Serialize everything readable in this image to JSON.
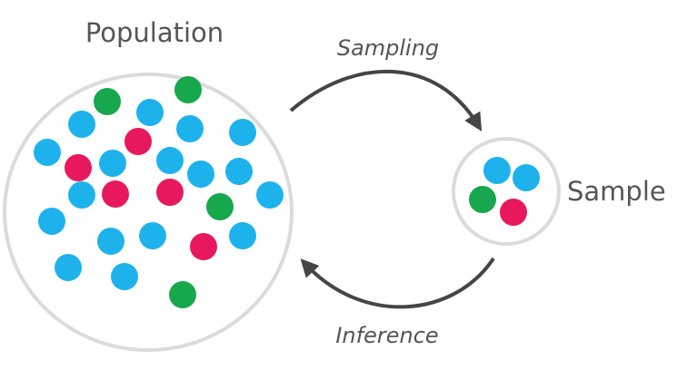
{
  "labels": {
    "population": "Population",
    "sample": "Sample",
    "sampling": "Sampling",
    "inference": "Inference"
  },
  "colors": {
    "blue": "#1EB2EC",
    "pink": "#E8185F",
    "green": "#17A74D",
    "outline": "#D9DCDA",
    "arrow": "#454545",
    "text": "#555555"
  },
  "population_dots": [
    "green",
    "green",
    "blue",
    "blue",
    "blue",
    "blue",
    "blue",
    "pink",
    "blue",
    "pink",
    "blue",
    "blue",
    "blue",
    "pink",
    "blue",
    "pink",
    "green",
    "blue",
    "blue",
    "blue",
    "blue",
    "blue",
    "pink",
    "blue",
    "blue",
    "green",
    "blue"
  ],
  "sample_dots": [
    "blue",
    "blue",
    "green",
    "pink"
  ]
}
